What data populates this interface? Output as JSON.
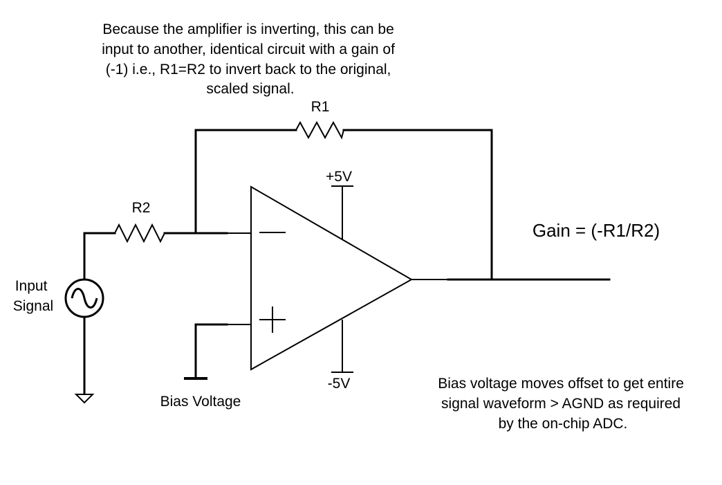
{
  "annotations": {
    "inverting_note": [
      "Because the amplifier is inverting, this can be",
      "input to another, identical circuit with a gain of",
      "(-1) i.e., R1=R2 to invert back to the original,",
      "scaled signal."
    ],
    "bias_note": [
      "Bias voltage moves offset to get entire",
      "signal waveform > AGND as required",
      "by the on-chip ADC."
    ],
    "gain_formula": "Gain = (-R1/R2)"
  },
  "components": {
    "r1_label": "R1",
    "r2_label": "R2",
    "vpos_label": "+5V",
    "vneg_label": "-5V",
    "source_label_line1": "Input",
    "source_label_line2": "Signal",
    "bias_label": "Bias Voltage"
  }
}
